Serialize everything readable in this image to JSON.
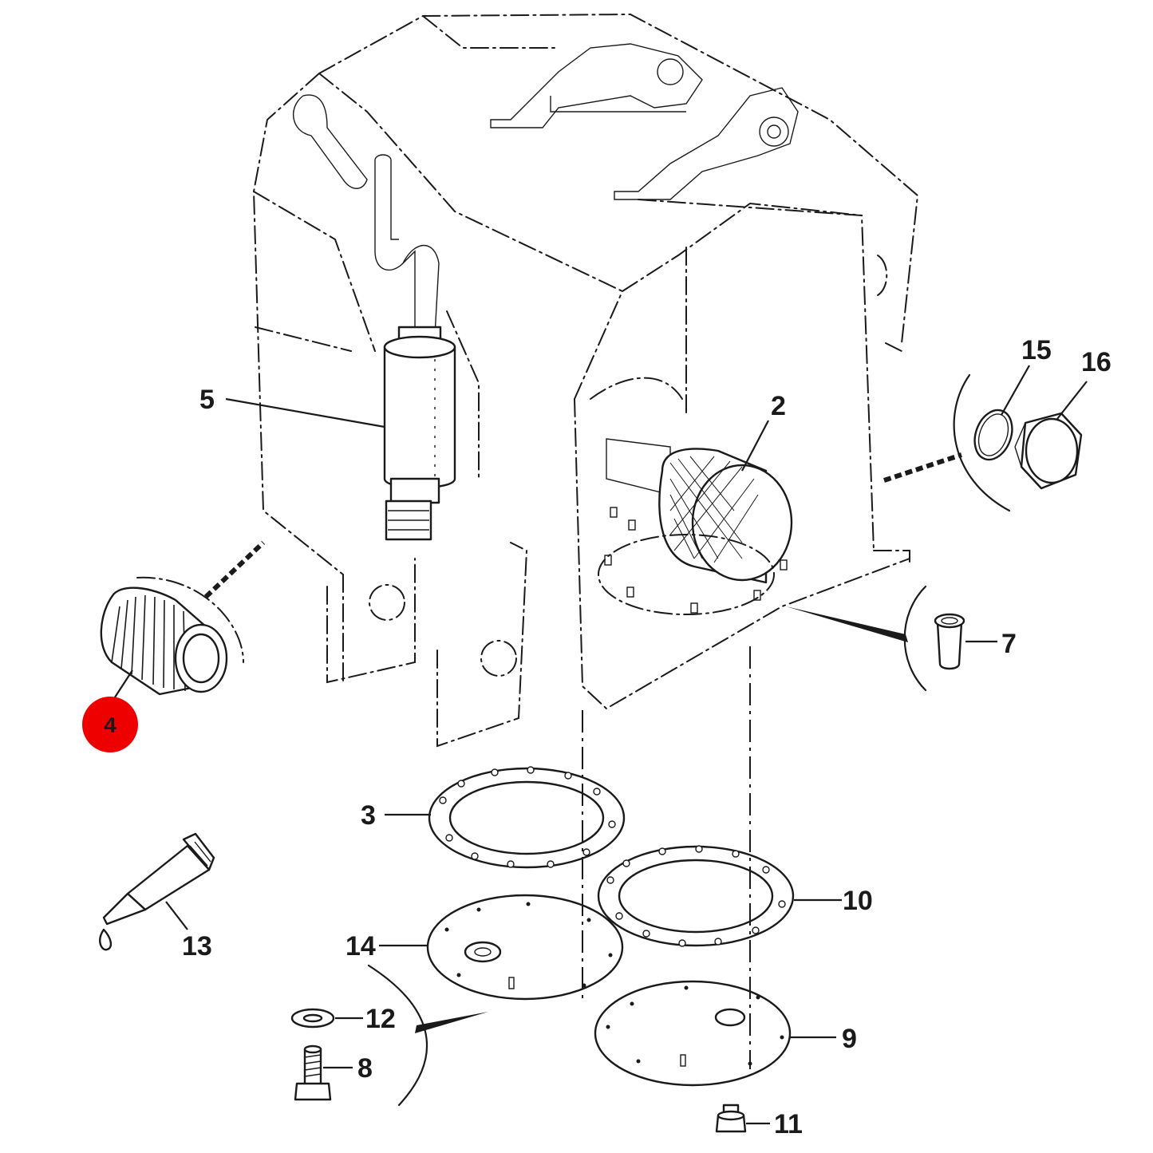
{
  "diagram": {
    "highlight_color": "#ee0000",
    "line_color": "#1a1a1a",
    "background": "#ffffff",
    "callouts": [
      {
        "id": "c2",
        "label": "2"
      },
      {
        "id": "c3",
        "label": "3"
      },
      {
        "id": "c4",
        "label": "4",
        "highlighted": true
      },
      {
        "id": "c5",
        "label": "5"
      },
      {
        "id": "c7",
        "label": "7"
      },
      {
        "id": "c8",
        "label": "8"
      },
      {
        "id": "c9",
        "label": "9"
      },
      {
        "id": "c10",
        "label": "10"
      },
      {
        "id": "c11",
        "label": "11"
      },
      {
        "id": "c12",
        "label": "12"
      },
      {
        "id": "c13",
        "label": "13"
      },
      {
        "id": "c14",
        "label": "14"
      },
      {
        "id": "c15",
        "label": "15"
      },
      {
        "id": "c16",
        "label": "16"
      }
    ]
  }
}
